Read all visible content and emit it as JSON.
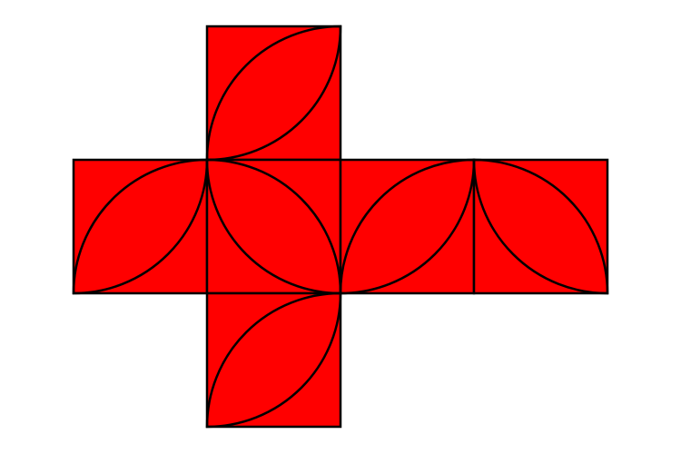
{
  "diagram": {
    "type": "cube-net",
    "face_count": 6,
    "colors": {
      "fill": "#ff0000",
      "stroke": "#000000",
      "background": "#ffffff"
    },
    "faces": [
      {
        "id": "top",
        "grid_col": 1,
        "grid_row": 0,
        "petal_diagonal": "bottom-left-to-top-right"
      },
      {
        "id": "left",
        "grid_col": 0,
        "grid_row": 1,
        "petal_diagonal": "bottom-left-to-top-right"
      },
      {
        "id": "front",
        "grid_col": 1,
        "grid_row": 1,
        "petal_diagonal": "top-left-to-bottom-right"
      },
      {
        "id": "right",
        "grid_col": 2,
        "grid_row": 1,
        "petal_diagonal": "bottom-left-to-top-right"
      },
      {
        "id": "back",
        "grid_col": 3,
        "grid_row": 1,
        "petal_diagonal": "top-left-to-bottom-right"
      },
      {
        "id": "bottom",
        "grid_col": 1,
        "grid_row": 2,
        "petal_diagonal": "bottom-left-to-top-right"
      }
    ]
  }
}
